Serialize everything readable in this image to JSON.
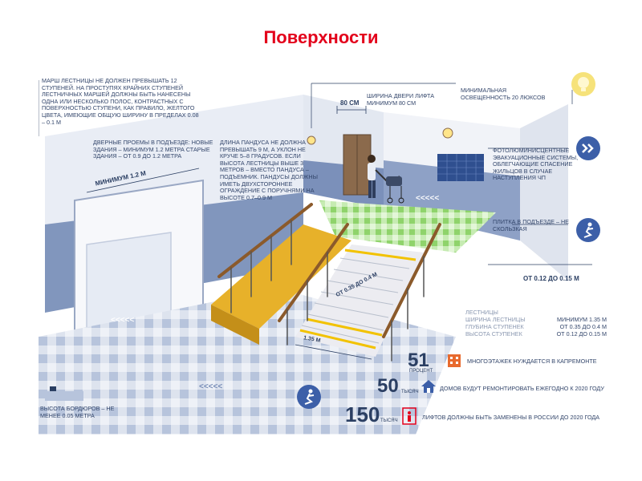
{
  "slide_title": "Поверхности",
  "colors": {
    "title_red": "#e3001b",
    "wall_blue": "#6f86b3",
    "wall_light": "#e9edf5",
    "ramp_yellow": "#e7b12a",
    "floor_green": "#8fd36b",
    "text_navy": "#2b3f63",
    "icon_blue": "#3c5fa8",
    "accent_orange": "#e86a2e"
  },
  "notes": {
    "stairs": "Марш лестницы не должен превышать 12 ступеней. На проступях крайних ступеней лестничных маршей должны быть нанесены одна или несколько полос, контрастных с поверхностью ступени, как правило, желтого цвета, имеющие общую ширину в пределах 0.08 – 0.1 м",
    "doorways": "Дверные проемы в подъезде: новые здания – минимум 1.2 метра старые здания – от 0.9 до 1.2 метра",
    "ramp": "Длина пандуса не должна превышать 9 м, а уклон не круче 5–8 градусов. Если высота лестницы выше 3 метров – вместо пандуса – подъемник. Пандусы должны иметь двухстороннее ограждение с поручнями на высоте 0.7–0.9 м",
    "lift_door": "Ширина двери лифта минимум 80 см",
    "lighting": "Минимальная освещенность 20 люксов",
    "evacuation": "Фотолюминисцентные эвакуационные системы, облегчающие спасение жильцов в случае наступления ЧП",
    "tiles": "Плитка в подъезде – не скользкая",
    "curbs": "Высота бордюров – не менее 0.05 метра"
  },
  "dimensions": {
    "min_width": "МИНИМУМ 1.2 М",
    "lift_width": "80 СМ",
    "step_depth": "ОТ 0.35 ДО 0.4 М",
    "stair_width": "1.35 М",
    "step_height": "ОТ 0.12 ДО 0.15 М"
  },
  "stairs_table": {
    "header": "ЛЕСТНИЦЫ",
    "rows": [
      {
        "label": "ШИРИНА ЛЕСТНИЦЫ",
        "value": "МИНИМУМ 1.35 М"
      },
      {
        "label": "ГЛУБИНА СТУПЕНЕК",
        "value": "ОТ 0.35 ДО 0.4 М"
      },
      {
        "label": "ВЫСОТА СТУПЕНЕК",
        "value": "ОТ 0.12 ДО 0.15 М"
      }
    ]
  },
  "stats": [
    {
      "number": "51",
      "unit": "ПРОЦЕНТ",
      "icon": "building-icon",
      "text": "МНОГОЭТАЖЕК НУЖДАЕТСЯ В КАПРЕМОНТЕ"
    },
    {
      "number": "50",
      "unit": "ТЫСЯЧ",
      "icon": "house-icon",
      "text": "ДОМОВ БУДУТ РЕМОНТИРОВАТЬ ЕЖЕГОДНО К 2020 ГОДУ"
    },
    {
      "number": "150",
      "unit": "ТЫСЯЧ",
      "icon": "elevator-icon",
      "text": "ЛИФТОВ ДОЛЖНЫ БЫТЬ ЗАМЕНЕНЫ В РОССИИ ДО 2020 ГОДА"
    }
  ]
}
